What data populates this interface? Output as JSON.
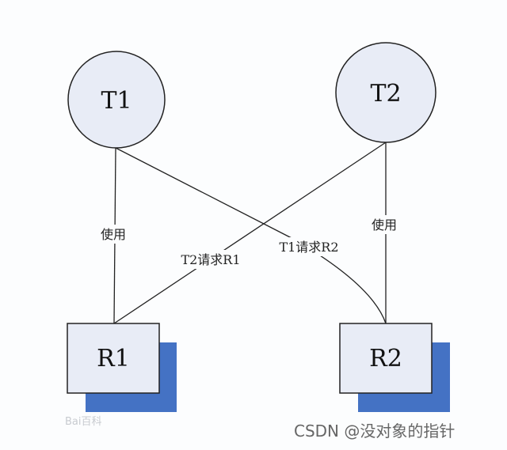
{
  "diagram": {
    "title": "Deadlock resource allocation graph",
    "colors": {
      "node_fill": "#e8ecf6",
      "stroke": "#222222",
      "shadow": "#4472c4",
      "background": "#fcfdfe"
    },
    "processes": [
      {
        "id": "T1",
        "label": "T1"
      },
      {
        "id": "T2",
        "label": "T2"
      }
    ],
    "resources": [
      {
        "id": "R1",
        "label": "R1"
      },
      {
        "id": "R2",
        "label": "R2"
      }
    ],
    "edges": [
      {
        "from": "T1",
        "to": "R1",
        "label": "使用"
      },
      {
        "from": "T2",
        "to": "R1",
        "label": "T2请求R1"
      },
      {
        "from": "T1",
        "to": "R2",
        "label": "T1请求R2"
      },
      {
        "from": "T2",
        "to": "R2",
        "label": "使用"
      }
    ]
  },
  "watermarks": {
    "baidu": "Bai百科",
    "csdn": "CSDN @没对象的指针"
  }
}
